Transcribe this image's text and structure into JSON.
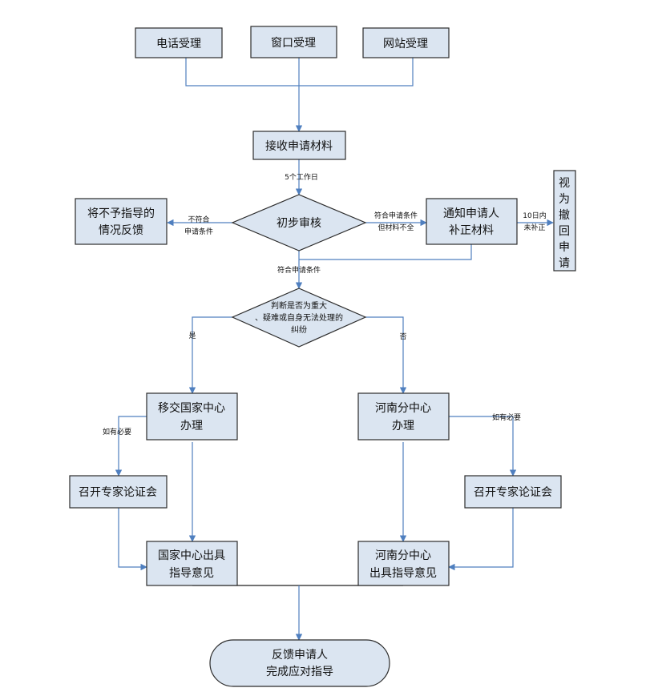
{
  "nodes": {
    "phone": "电话受理",
    "window": "窗口受理",
    "website": "网站受理",
    "receive": "接收申请材料",
    "review": "初步审核",
    "reject_feedback": [
      "将不予指导的",
      "情况反馈"
    ],
    "notify": [
      "通知申请人",
      "补正材料"
    ],
    "withdraw": [
      "视",
      "为",
      "撤",
      "回",
      "申",
      "请"
    ],
    "judge": [
      "判断是否为重大",
      "、疑难或自身无法处理的",
      "纠纷"
    ],
    "transfer_national": [
      "移交国家中心",
      "办理"
    ],
    "henan_branch": [
      "河南分中心",
      "办理"
    ],
    "expert_left": "召开专家论证会",
    "expert_right": "召开专家论证会",
    "national_opinion": [
      "国家中心出具",
      "指导意见"
    ],
    "henan_opinion": [
      "河南分中心",
      "出具指导意见"
    ],
    "feedback": [
      "反馈申请人",
      "完成应对指导"
    ]
  },
  "labels": {
    "five_days": "5个工作日",
    "not_meet": [
      "不符合",
      "申请条件"
    ],
    "meet_incomplete": [
      "符合申请条件",
      "但材料不全"
    ],
    "ten_days": [
      "10日内",
      "未补正"
    ],
    "meet": "符合申请条件",
    "yes": "是",
    "no": "否",
    "if_needed_left": "如有必要",
    "if_needed_right": "如有必要"
  },
  "colors": {
    "box_fill": "#dbe5f1",
    "connector": "#4f7fbf",
    "border": "#2b2b2b"
  }
}
